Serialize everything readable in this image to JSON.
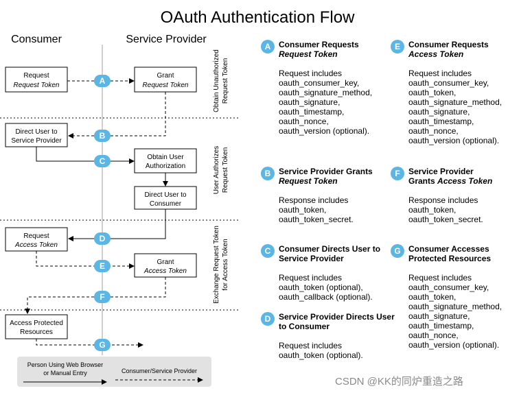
{
  "title": "OAuth Authentication Flow",
  "columns": {
    "consumer": "Consumer",
    "provider": "Service Provider"
  },
  "phases": [
    {
      "lines": [
        "Obtain Unauthorized",
        "Request Token"
      ]
    },
    {
      "lines": [
        "User Authorizes",
        "Request Token"
      ]
    },
    {
      "lines": [
        "Exchange Request Token",
        "for Access Token"
      ]
    }
  ],
  "boxes": {
    "request_request_token": {
      "line1": "Request",
      "line2": "Request Token",
      "italic2": true
    },
    "grant_request_token": {
      "line1": "Grant",
      "line2": "Request Token",
      "italic2": true
    },
    "direct_user_to_sp": {
      "line1": "Direct User to",
      "line2": "Service Provider",
      "italic2": false
    },
    "obtain_user_authorization": {
      "line1": "Obtain User",
      "line2": "Authorization",
      "italic2": false
    },
    "direct_user_to_consumer": {
      "line1": "Direct User to",
      "line2": "Consumer",
      "italic2": false
    },
    "request_access_token": {
      "line1": "Request",
      "line2": "Access Token",
      "italic2": true
    },
    "grant_access_token": {
      "line1": "Grant",
      "line2": "Access Token",
      "italic2": true
    },
    "access_protected_resources": {
      "line1": "Access Protected",
      "line2": "Resources",
      "italic2": false
    }
  },
  "markers": [
    "A",
    "B",
    "C",
    "D",
    "E",
    "F",
    "G"
  ],
  "legend": {
    "browser": [
      "Person Using Web Browser",
      "or Manual Entry"
    ],
    "consumer_sp": "Consumer/Service Provider"
  },
  "steps": [
    {
      "letter": "A",
      "head": "Consumer Requests",
      "head_it": "Request Token",
      "body": [
        "Request includes",
        "oauth_consumer_key,",
        "oauth_signature_method,",
        "oauth_signature,",
        "oauth_timestamp,",
        "oauth_nonce,",
        "oauth_version (optional)."
      ]
    },
    {
      "letter": "B",
      "head": "Service Provider Grants",
      "head_it": "Request Token",
      "body": [
        "Response includes",
        "oauth_token,",
        "oauth_token_secret."
      ]
    },
    {
      "letter": "C",
      "head": "Consumer Directs User to Service Provider",
      "head_it": "",
      "body": [
        "Request includes",
        "oauth_token (optional),",
        "oauth_callback (optional)."
      ]
    },
    {
      "letter": "D",
      "head": "Service Provider Directs User to Consumer",
      "head_it": "",
      "body": [
        "Request includes",
        "oauth_token (optional)."
      ]
    },
    {
      "letter": "E",
      "head": "Consumer Requests",
      "head_it": "Access Token",
      "body": [
        "Request includes",
        "oauth_consumer_key,",
        "oauth_token,",
        "oauth_signature_method,",
        "oauth_signature,",
        "oauth_timestamp,",
        "oauth_nonce,",
        "oauth_version (optional)."
      ]
    },
    {
      "letter": "F",
      "head": "Service Provider",
      "head_grants": "Grants",
      "head_it": "Access Token",
      "body": [
        "Response includes",
        "oauth_token,",
        "oauth_token_secret."
      ]
    },
    {
      "letter": "G",
      "head": "Consumer Accesses Protected Resources",
      "head_it": "",
      "body": [
        "Request includes",
        "oauth_consumer_key,",
        "oauth_token,",
        "oauth_signature_method,",
        "oauth_signature,",
        "oauth_timestamp,",
        "oauth_nonce,",
        "oauth_version (optional)."
      ]
    }
  ],
  "watermark": "CSDN @KK的同炉重造之路",
  "colors": {
    "marker": "#5bb6e4",
    "legend_bg": "#e2e2e2",
    "lifeline": "#cfcfcf"
  }
}
